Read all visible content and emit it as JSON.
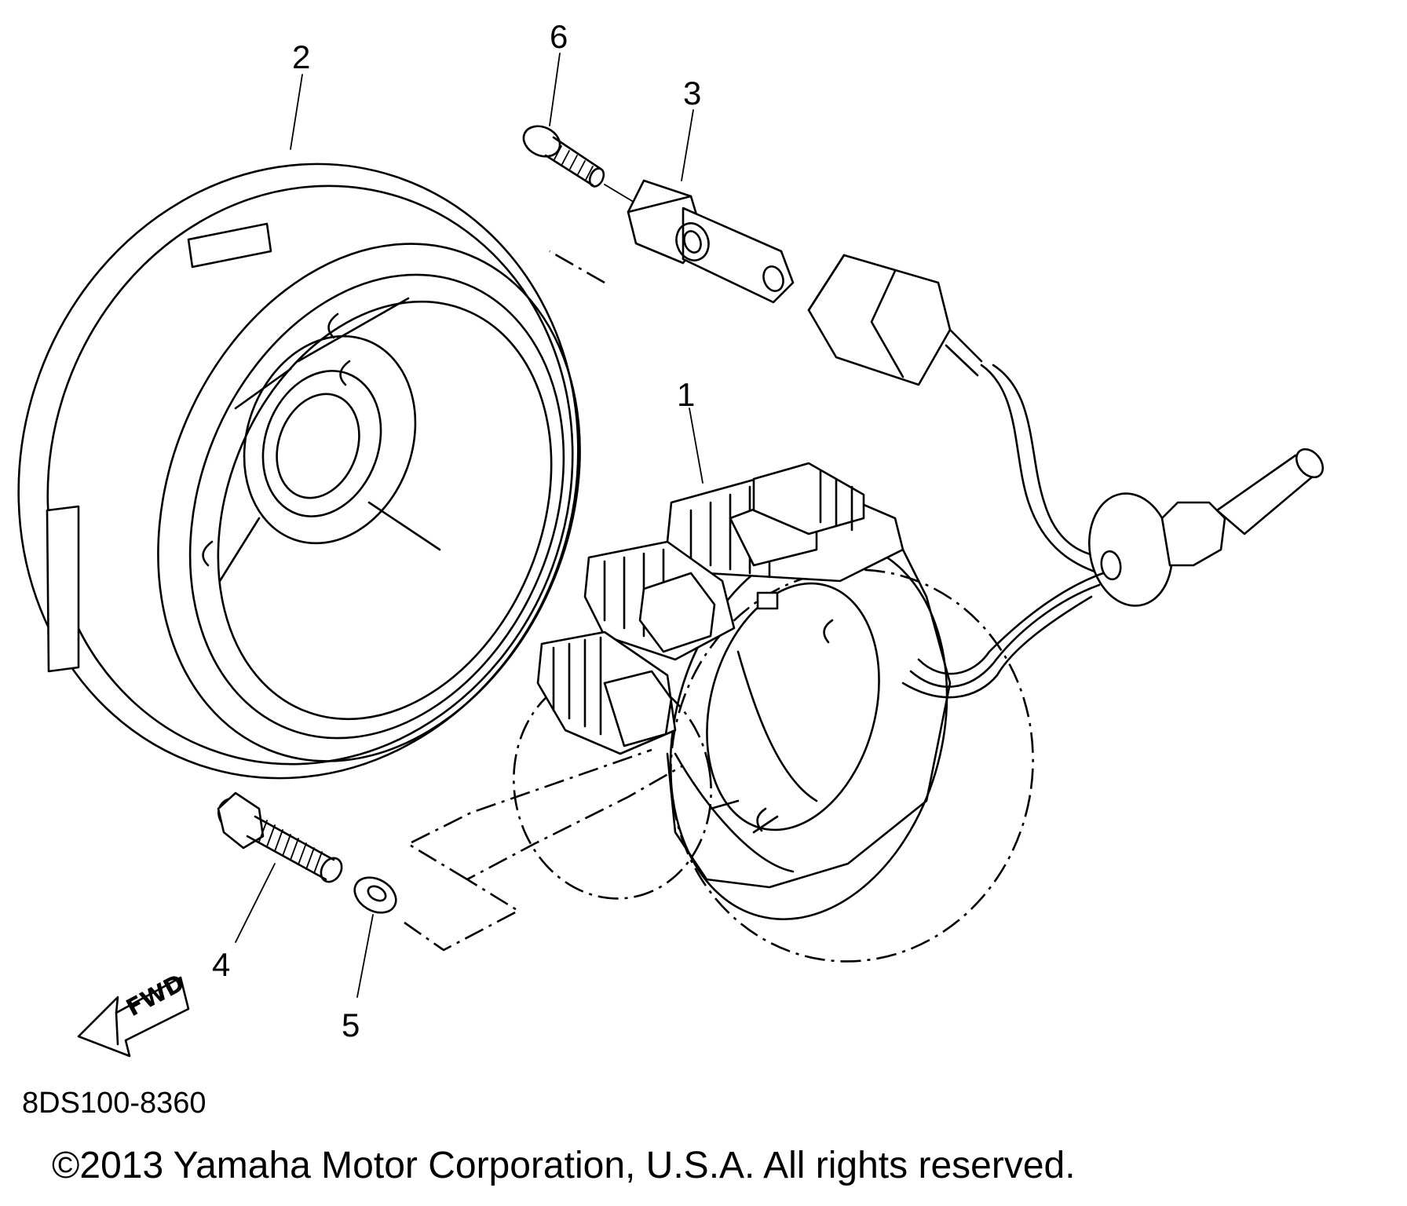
{
  "callouts": [
    {
      "id": "1",
      "label": "1"
    },
    {
      "id": "2",
      "label": "2"
    },
    {
      "id": "3",
      "label": "3"
    },
    {
      "id": "4",
      "label": "4"
    },
    {
      "id": "5",
      "label": "5"
    },
    {
      "id": "6",
      "label": "6"
    }
  ],
  "fwd_arrow": {
    "label": "FWD"
  },
  "diagram_code": "8DS100-8360",
  "copyright": "©2013 Yamaha Motor Corporation, U.S.A. All rights reserved."
}
